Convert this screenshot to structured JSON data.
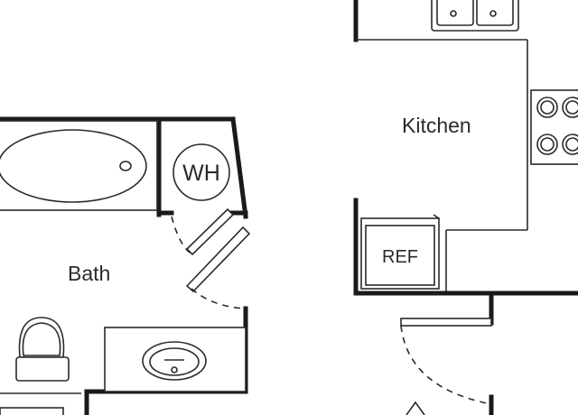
{
  "rooms": {
    "kitchen": {
      "label": "Kitchen"
    },
    "bath": {
      "label": "Bath"
    }
  },
  "fixtures": {
    "water_heater": "WH",
    "refrigerator": "REF"
  }
}
